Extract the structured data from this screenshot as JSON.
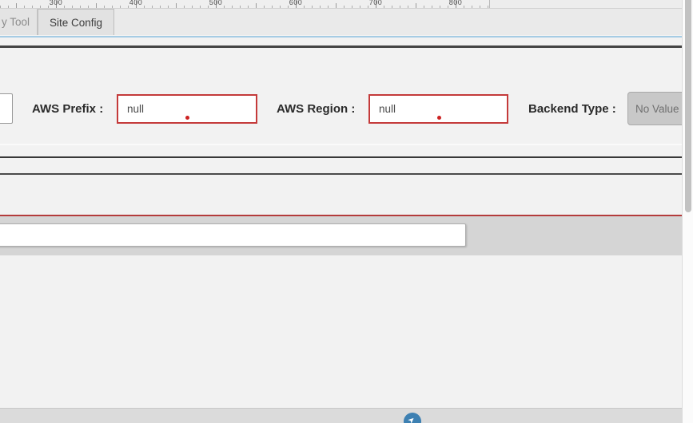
{
  "ruler": {
    "labels": [
      "300",
      "400",
      "500",
      "600",
      "700",
      "800"
    ]
  },
  "tabs": {
    "items": [
      {
        "label": "y Tool",
        "active": false
      },
      {
        "label": "Site Config",
        "active": true
      }
    ]
  },
  "form": {
    "prefix": {
      "label": "AWS Prefix :",
      "value": "null",
      "state": "invalid"
    },
    "region": {
      "label": "AWS Region :",
      "value": "null",
      "state": "invalid"
    },
    "backend": {
      "label": "Backend Type :",
      "value": "No Value",
      "state": "disabled"
    }
  },
  "toolbar_input": {
    "value": "",
    "placeholder": ""
  },
  "icons": {
    "send": "paper-plane-icon",
    "send_glyph": "➤"
  },
  "colors": {
    "error_border": "#c43a3a",
    "error_dot": "#cc2222",
    "blue_separator": "#a6cce4",
    "red_divider": "#b43c3c",
    "disabled_bg": "#c8c8c8",
    "send_button": "#3d80b2",
    "band_gray": "#d5d5d5"
  }
}
